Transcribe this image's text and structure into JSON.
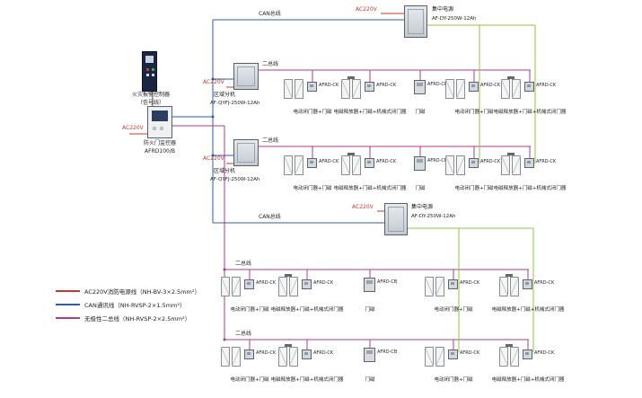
{
  "colors": {
    "power": "#c0392b",
    "can": "#2e5ca8",
    "bus": "#b13a8e",
    "dc": "#94c23d"
  },
  "controller": {
    "name": "火灾报警控制器",
    "signal": "（信号线）"
  },
  "monitor": {
    "power": "AC220V",
    "name": "防火门监控器",
    "model": "AFRD100/B"
  },
  "zones": [
    {
      "power": "AC220V",
      "name": "区域分机",
      "model": "AF-QYFJ-250W-12Ah",
      "bus_label": "二总线"
    },
    {
      "power": "AC220V",
      "name": "区域分机",
      "model": "AF-QYFJ-250W-12Ah",
      "bus_label": "二总线"
    }
  ],
  "psus": [
    {
      "power": "AC220V",
      "name": "集中电源",
      "model": "AF-DY-250W-12Ah",
      "bus_label": "CAN总线"
    },
    {
      "power": "AC220V",
      "name": "集中电源",
      "model": "AF-DY-250W-12Ah",
      "bus_label": "CAN总线"
    }
  ],
  "branch_bus_labels": [
    "二总线",
    "二总线"
  ],
  "module_labels": {
    "door": "AFRD-CK",
    "magnet": "AFRD-CB"
  },
  "rows": [
    {
      "groups": [
        {
          "type": "closer",
          "label": "电动闭门器+门磁"
        },
        {
          "type": "releaser",
          "label": "电磁释放器+门磁+机械式闭门器"
        },
        {
          "type": "magnet",
          "label": "门磁"
        },
        {
          "type": "closer",
          "label": "电动闭门器+门磁"
        },
        {
          "type": "releaser",
          "label": "电磁释放器+门磁+机械式闭门器"
        }
      ]
    },
    {
      "groups": [
        {
          "type": "closer",
          "label": "电动闭门器+门磁"
        },
        {
          "type": "releaser",
          "label": "电磁释放器+门磁+机械式闭门器"
        },
        {
          "type": "magnet",
          "label": "门磁"
        },
        {
          "type": "closer",
          "label": "电动闭门器+门磁"
        },
        {
          "type": "releaser",
          "label": "电磁释放器+门磁+机械式闭门器"
        }
      ]
    },
    {
      "groups": [
        {
          "type": "closer",
          "label": "电动闭门器+门磁"
        },
        {
          "type": "releaser",
          "label": "电磁释放器+门磁+机械式闭门器"
        },
        {
          "type": "magnet",
          "label": "门磁"
        },
        {
          "type": "closer",
          "label": "电动闭门器+门磁"
        },
        {
          "type": "releaser",
          "label": "电磁释放器+门磁+机械式闭门器"
        }
      ]
    },
    {
      "groups": [
        {
          "type": "closer",
          "label": "电动闭门器+门磁"
        },
        {
          "type": "releaser",
          "label": "电磁释放器+门磁+机械式闭门器"
        },
        {
          "type": "magnet",
          "label": "门磁"
        },
        {
          "type": "closer",
          "label": "电动闭门器+门磁"
        },
        {
          "type": "releaser",
          "label": "电磁释放器+门磁+机械式闭门器"
        }
      ]
    }
  ],
  "legend": [
    {
      "color": "#c0392b",
      "label": "AC220V消防电源线（NH-BV-3×2.5mm²）"
    },
    {
      "color": "#2e5ca8",
      "label": "CAN通讯线（NH-RVSP-2×1.5mm²）"
    },
    {
      "color": "#b13a8e",
      "label": "无极性二总线（NH-RVSP-2×2.5mm²）"
    }
  ]
}
